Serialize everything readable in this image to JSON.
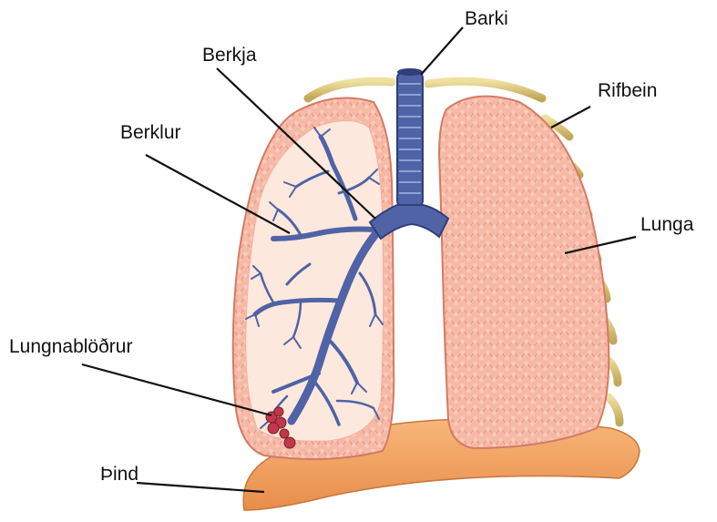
{
  "diagram": {
    "labels": {
      "barki": "Barki",
      "berkja": "Berkja",
      "berklur": "Berklur",
      "rifbein": "Rifbein",
      "lunga": "Lunga",
      "lungnabloedrur": "Lungnablöðrur",
      "thind": "Þind"
    },
    "colors": {
      "lung_fill": "#f6b9a6",
      "lung_light": "#fde8dd",
      "airway": "#4f63a6",
      "rib": "#d9c47a",
      "diaphragm": "#f0a060",
      "alveoli": "#c0394b",
      "leader_line": "#111111"
    }
  }
}
